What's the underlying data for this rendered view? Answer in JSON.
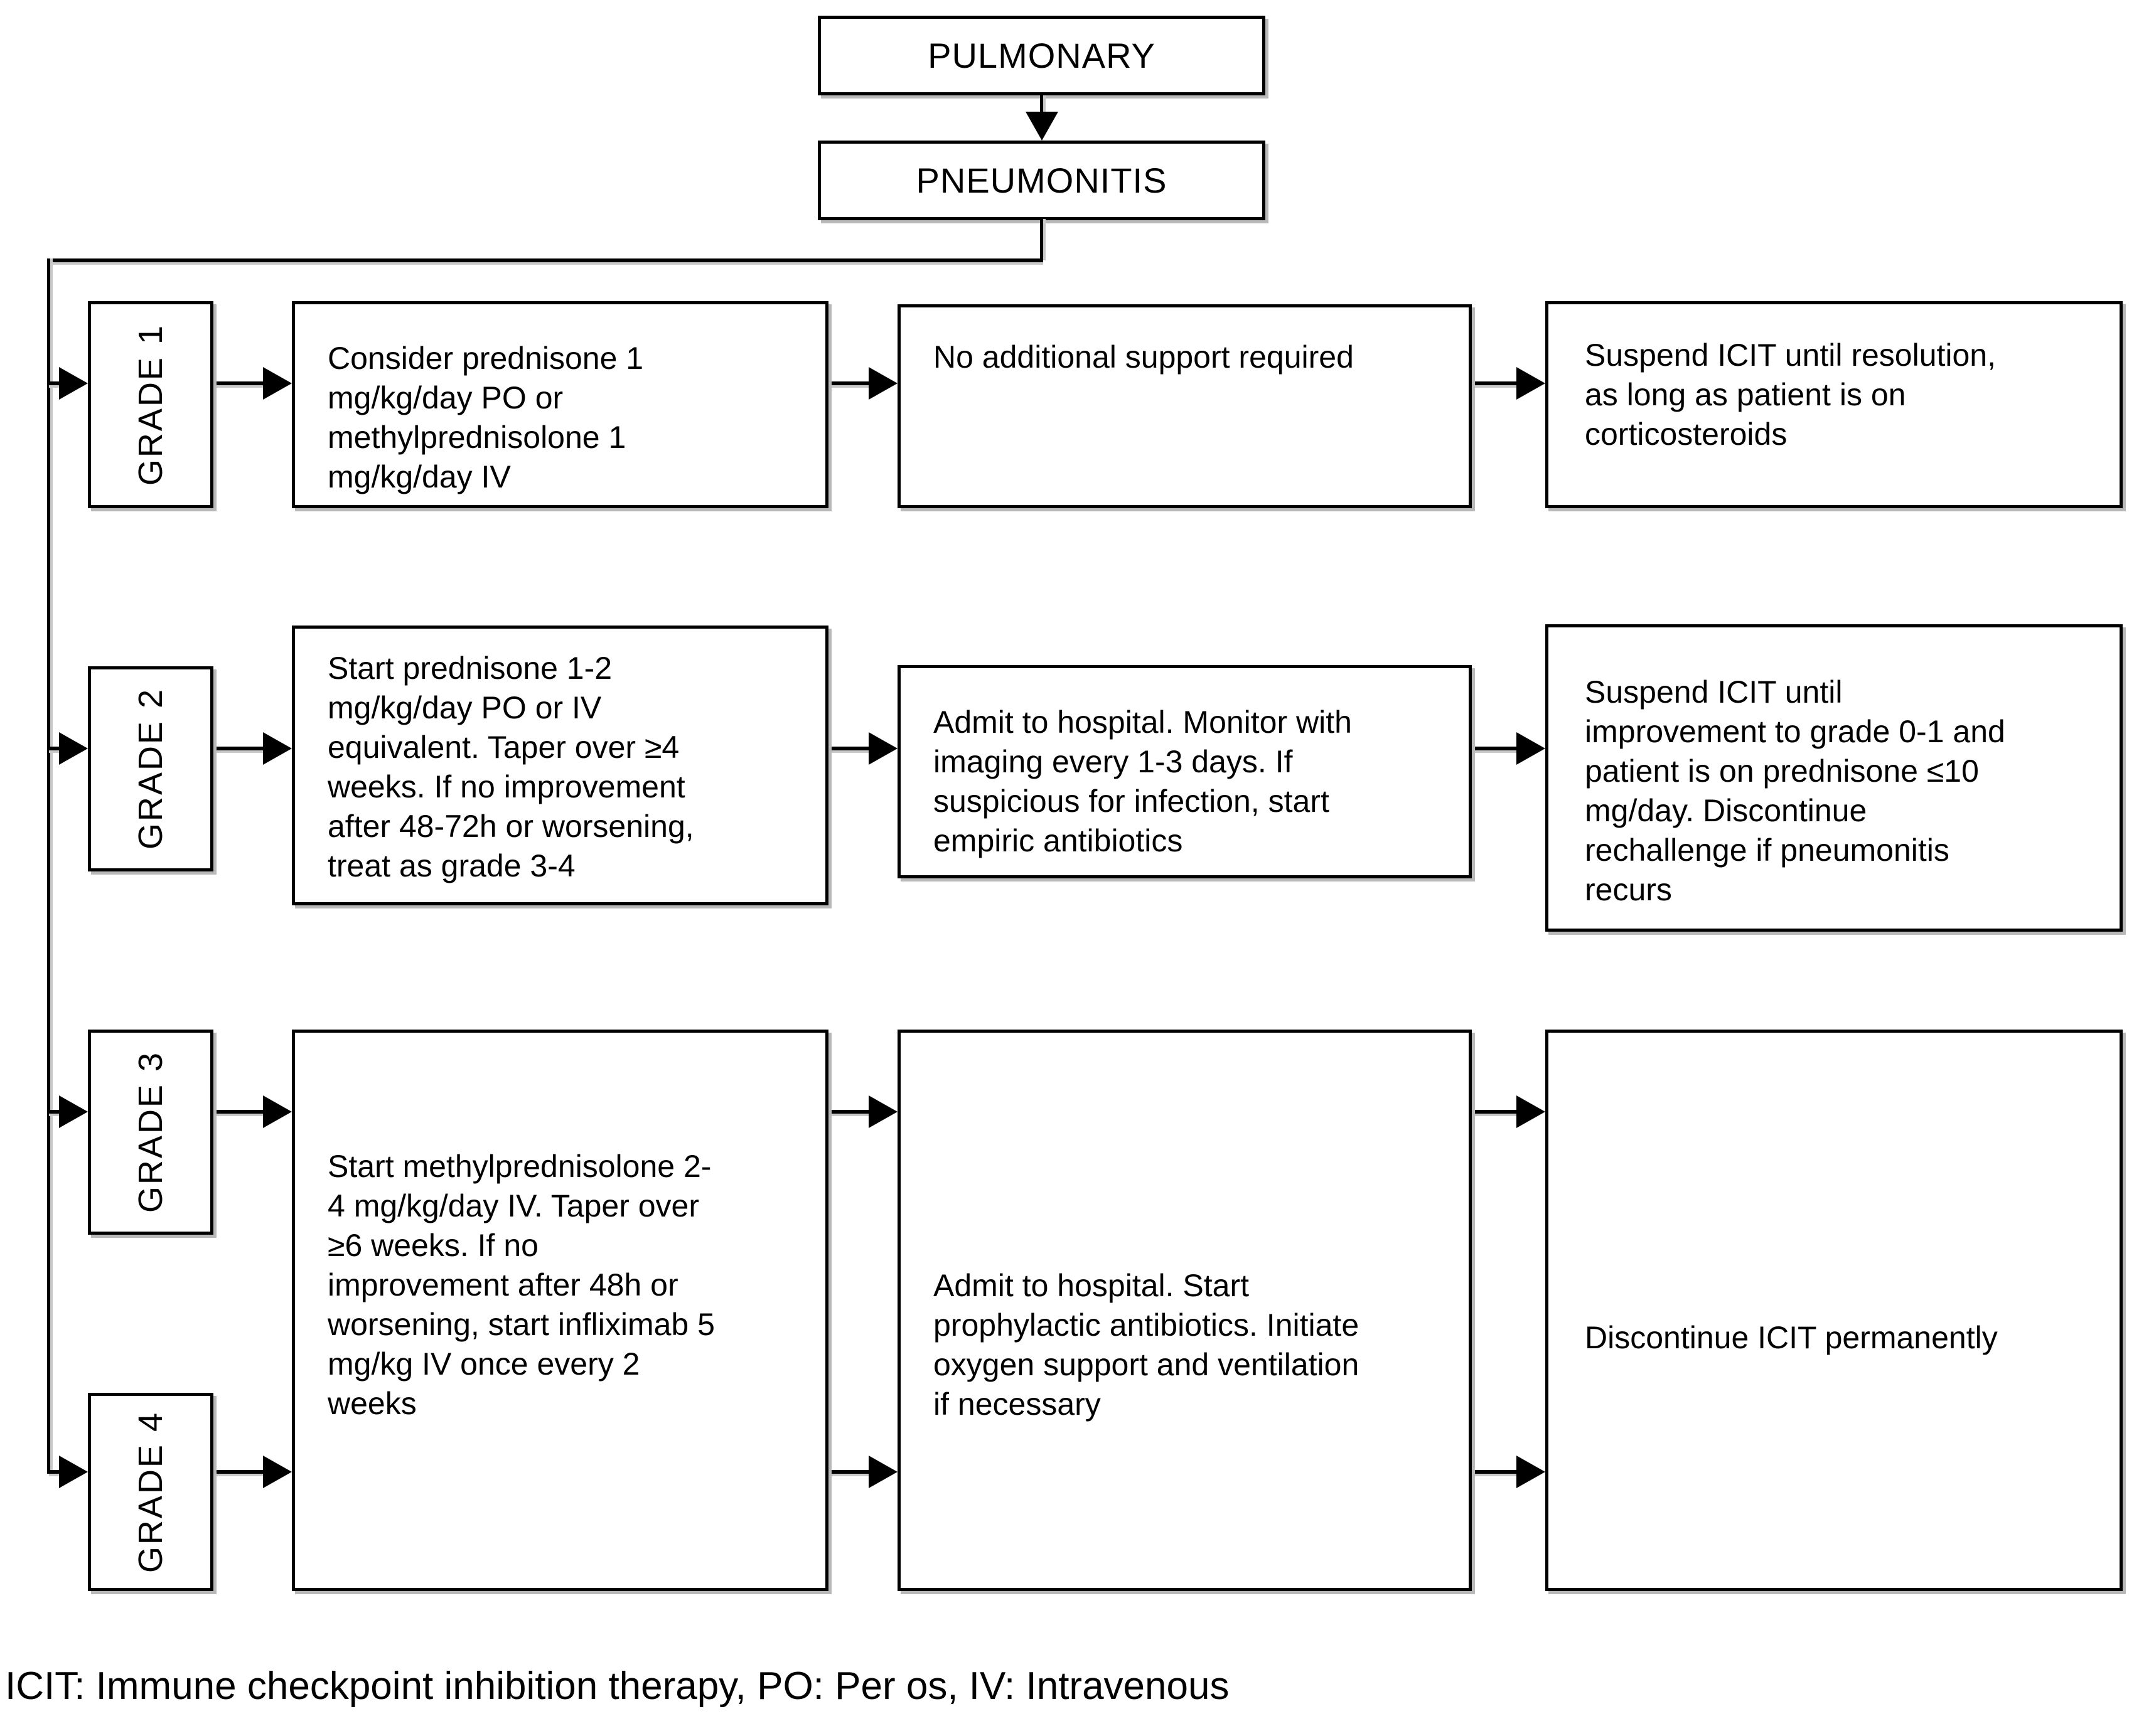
{
  "header": {
    "pulmonary": "PULMONARY",
    "pneumonitis": "PNEUMONITIS"
  },
  "rows": [
    {
      "grade": "GRADE 1",
      "treatment": "Consider prednisone 1\nmg/kg/day PO or\nmethylprednisolone 1\nmg/kg/day IV",
      "support": "No additional support required",
      "icit": "Suspend ICIT until resolution,\nas long as patient is on\ncorticosteroids"
    },
    {
      "grade": "GRADE 2",
      "treatment": "Start prednisone 1-2\nmg/kg/day PO or IV\nequivalent. Taper over ≥4\nweeks. If no improvement\nafter 48-72h or worsening,\ntreat as grade 3-4",
      "support": "Admit to hospital. Monitor with\nimaging every 1-3 days. If\nsuspicious for infection, start\nempiric antibiotics",
      "icit": "Suspend ICIT until\nimprovement to grade 0-1 and\npatient is on prednisone ≤10\nmg/day. Discontinue\nrechallenge if pneumonitis\nrecurs"
    },
    {
      "grade": "GRADE 3"
    },
    {
      "grade": "GRADE 4"
    }
  ],
  "grade34": {
    "treatment": "Start methylprednisolone 2-\n4 mg/kg/day IV. Taper over\n≥6 weeks. If no\nimprovement after 48h or\nworsening, start infliximab 5\nmg/kg IV once every 2\nweeks",
    "support": "Admit to hospital. Start\nprophylactic antibiotics. Initiate\noxygen support and ventilation\nif necessary",
    "icit": "Discontinue ICIT permanently"
  },
  "footer": {
    "legend": "ICIT: Immune checkpoint inhibition therapy, PO: Per os, IV: Intravenous"
  },
  "colors": {
    "line": "#000000",
    "box_background": "#ffffff",
    "text": "#000000",
    "shadow": "#b9b9b9"
  }
}
